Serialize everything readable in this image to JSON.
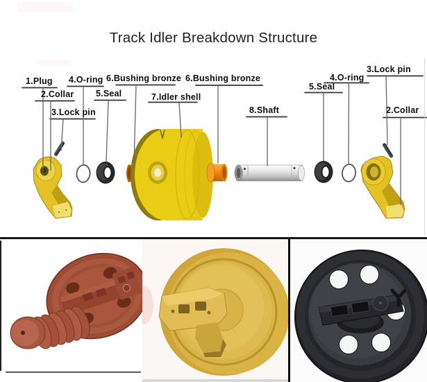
{
  "title": "Track Idler Breakdown Structure",
  "diagram": {
    "labels": [
      {
        "id": "plug-left",
        "text": "1.Plug"
      },
      {
        "id": "collar-left",
        "text": "2.Collar"
      },
      {
        "id": "lock-pin-left",
        "text": "3.Lock pin"
      },
      {
        "id": "o-ring-left",
        "text": "4.O-ring"
      },
      {
        "id": "seal-left",
        "text": "5.Seal"
      },
      {
        "id": "bushing-bronze-left",
        "text": "6.Bushing bronze"
      },
      {
        "id": "idler-shell",
        "text": "7.Idler shell"
      },
      {
        "id": "bushing-bronze-right",
        "text": "6.Bushing bronze"
      },
      {
        "id": "shaft",
        "text": "8.Shaft"
      },
      {
        "id": "seal-right",
        "text": "5.Seal"
      },
      {
        "id": "o-ring-right",
        "text": "4.O-ring"
      },
      {
        "id": "lock-pin-right",
        "text": "3.Lock pin"
      },
      {
        "id": "collar-right",
        "text": "2.Collar"
      }
    ]
  },
  "photos": [
    {
      "id": "idler-with-recoil-spring",
      "color": "#a8523a"
    },
    {
      "id": "yellow-idler",
      "color": "#d9b345"
    },
    {
      "id": "black-idler",
      "color": "#2e2f34"
    }
  ],
  "colors": {
    "shell_yellow": "#e9cd15",
    "bushing_orange": "#f29110",
    "seal_dark": "#27272b",
    "label_text": "#0d0d0d",
    "divider": "#141414"
  }
}
